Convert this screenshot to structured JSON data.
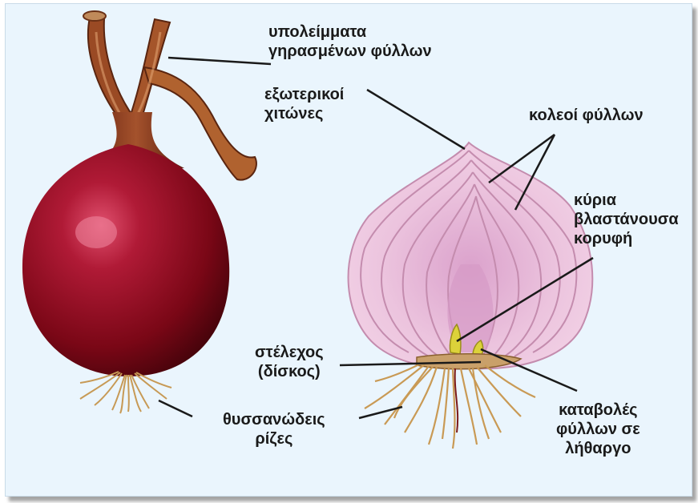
{
  "labels": {
    "leaf_remnants": [
      "υπολείμματα",
      "γηρασμένων φύλλων"
    ],
    "outer_tunics": [
      "εξωτερικοί",
      "χιτώνες"
    ],
    "leaf_sheaths": [
      "κολεοί φύλλων"
    ],
    "apical_bud": [
      "κύρια",
      "βλαστάνουσα",
      "κορυφή"
    ],
    "stem_disc": [
      "στέλεχος",
      "(δίσκος)"
    ],
    "fibrous_roots": [
      "θυσσανώδεις",
      "ρίζες"
    ],
    "dormant_leaf_buds": [
      "καταβολές",
      "φύλλων σε",
      "λήθαργο"
    ]
  },
  "colors": {
    "background": "#eaf5fd",
    "onion_skin": "#8c0a1e",
    "onion_neck": "#8a3a1e",
    "bulb_section": "#ebc0dc",
    "scale_lines": "#c48cae",
    "roots": "#c99a55",
    "bud": "#dcd23a",
    "leader_line": "#1a1a1a"
  }
}
